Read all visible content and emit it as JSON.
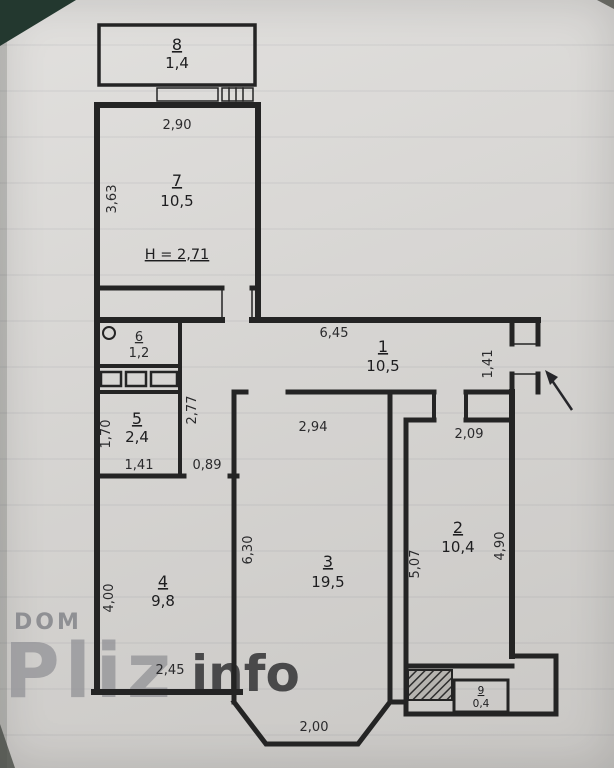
{
  "watermark": {
    "small": "DOM",
    "light": "Pliz",
    "dark": "info"
  },
  "plan": {
    "height_note": "Н = 2,71",
    "rooms": [
      {
        "id": "8",
        "area": "1,4"
      },
      {
        "id": "7",
        "area": "10,5"
      },
      {
        "id": "6",
        "area": "1,2"
      },
      {
        "id": "5",
        "area": "2,4"
      },
      {
        "id": "1",
        "area": "10,5"
      },
      {
        "id": "4",
        "area": "9,8"
      },
      {
        "id": "3",
        "area": "19,5"
      },
      {
        "id": "2",
        "area": "10,4"
      },
      {
        "id": "9",
        "area": "0,4"
      }
    ],
    "dims": {
      "r7_top": "2,90",
      "r7_left": "3,63",
      "hall_len": "6,45",
      "hall_right": "1,41",
      "vestibule_left": "2,77",
      "r5_left": "1,70",
      "r5_bottom": "1,41",
      "r4_door": "0,89",
      "r3_top": "2,94",
      "r3_left": "6,30",
      "r2_top": "2,09",
      "r2_left": "5,07",
      "r2_right": "4,90",
      "r4_left": "4,00",
      "r4_bottom": "2,45",
      "bay_bottom": "2,00"
    }
  }
}
